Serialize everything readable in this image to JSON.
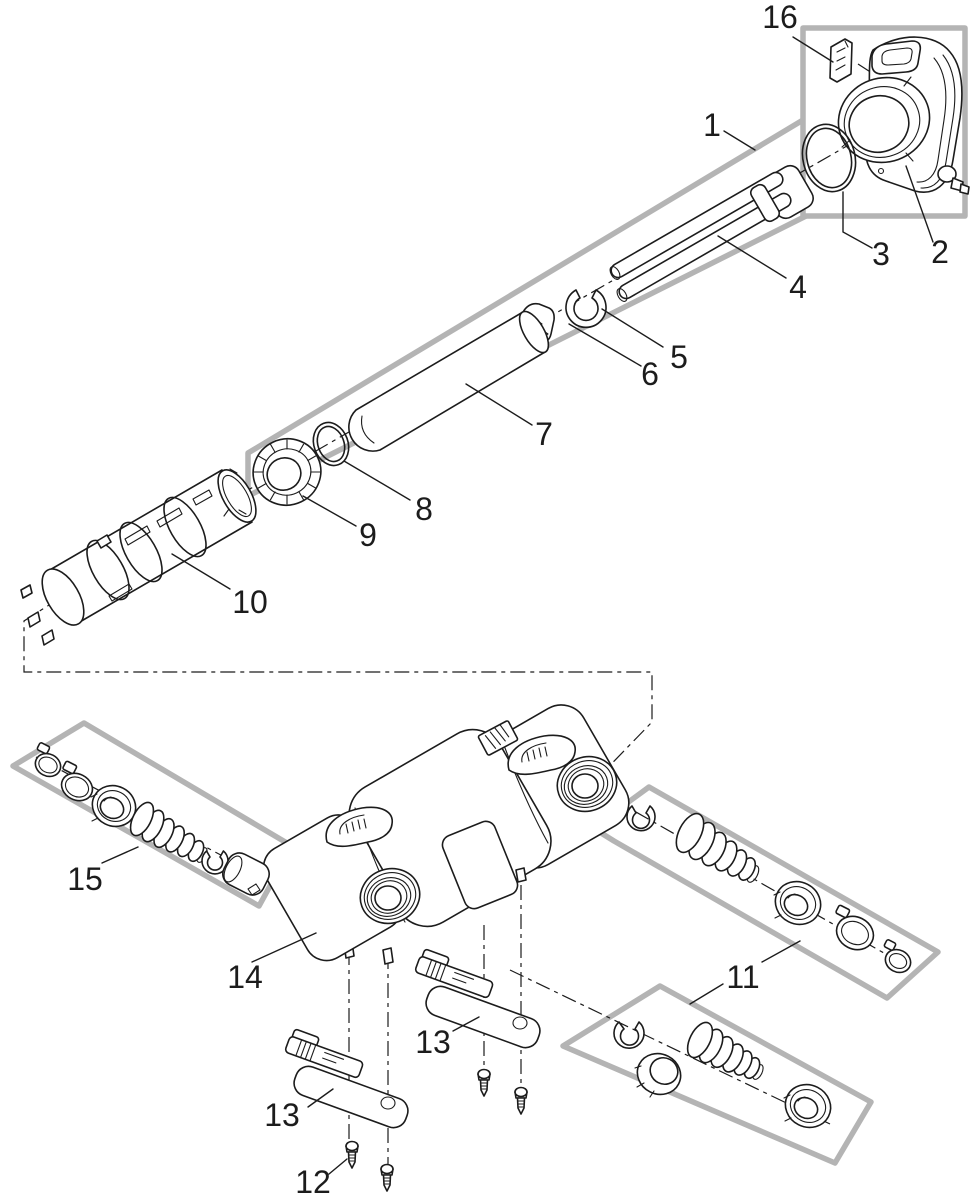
{
  "diagram": {
    "colors": {
      "line": "#1c1c1c",
      "frame": "#b4b4b4",
      "background": "#ffffff"
    },
    "labels": {
      "n1": "1",
      "n2": "2",
      "n3": "3",
      "n4": "4",
      "n5": "5",
      "n6": "6",
      "n7": "7",
      "n8": "8",
      "n9": "9",
      "n10": "10",
      "n11": "11",
      "n12": "12",
      "n13a": "13",
      "n13b": "13",
      "n14": "14",
      "n15": "15",
      "n16": "16"
    }
  }
}
